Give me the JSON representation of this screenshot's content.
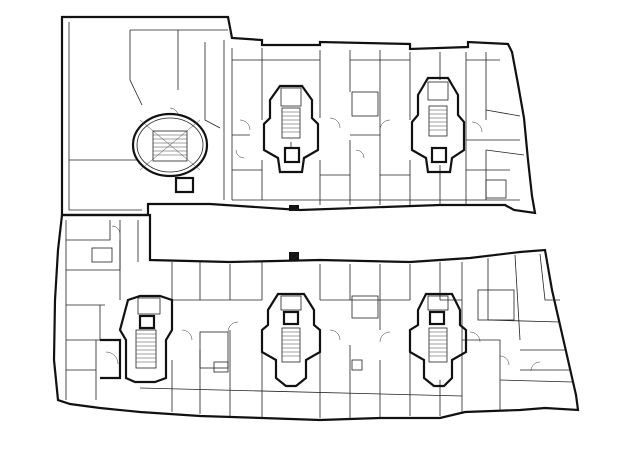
{
  "drawing": {
    "kind": "architectural-floor-plan",
    "colors": {
      "background": "#ffffff",
      "line": "#111111"
    },
    "blocks": [
      "north-wing",
      "south-wing",
      "rotunda"
    ],
    "stair_cores": 6,
    "printed_text": []
  }
}
